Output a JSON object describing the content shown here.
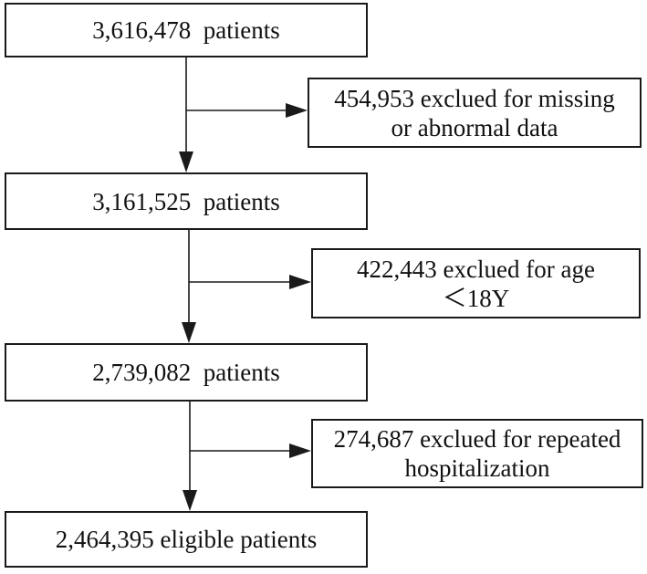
{
  "flowchart": {
    "steps": [
      {
        "label": "3,616,478  patients"
      },
      {
        "label": "3,161,525  patients"
      },
      {
        "label": "2,739,082  patients"
      },
      {
        "label": "2,464,395 eligible patients"
      }
    ],
    "exclusions": [
      {
        "line1": "454,953 exclued for missing",
        "line2": "or abnormal data"
      },
      {
        "line1": "422,443 exclued for age",
        "line2": "＜18Y"
      },
      {
        "line1": "274,687 exclued for repeated",
        "line2": "hospitalization"
      }
    ]
  },
  "colors": {
    "line": "#1a1a1a",
    "border": "#1a1a1a",
    "text": "#111111",
    "background": "#ffffff"
  }
}
